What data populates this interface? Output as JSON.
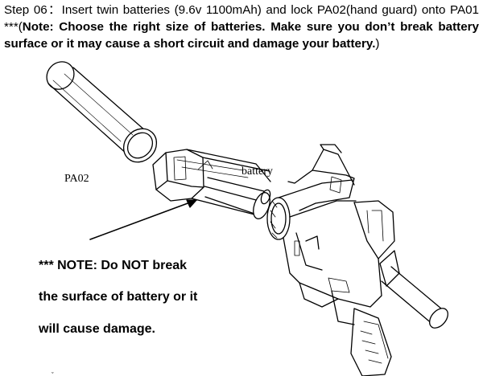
{
  "instructions": {
    "lead": "Step 06：Insert twin batteries (9.6v 1100mAh) and lock PA02(hand guard) onto PA01 ***(",
    "warning": "Note: Choose the right size of batteries. Make sure you don’t break battery surface or it may cause a short circuit and damage your battery.",
    "tail": ")"
  },
  "figure": {
    "label_pa02": "PA02",
    "label_battery": "battery",
    "note_line1": "*** NOTE: Do NOT break",
    "note_line2": "the surface of battery or it",
    "note_line3": "will cause damage.",
    "stray_mark": "ˬ"
  }
}
